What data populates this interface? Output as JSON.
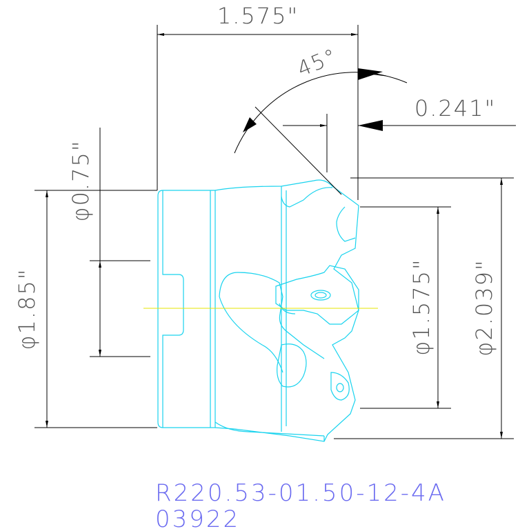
{
  "dimensions": {
    "top_width": "1.575\"",
    "angle": "45°",
    "offset": "0.241\"",
    "shank_dia": "φ0.75\"",
    "body_dia": "φ1.85\"",
    "pilot_dia": "φ1.575\"",
    "cutter_dia": "φ2.039\""
  },
  "part": {
    "number": "R220.53-01.50-12-4A",
    "code": "03922"
  },
  "colors": {
    "outline": "#19d3ee",
    "centerline": "#e6e600",
    "dimension": "#000000",
    "dim_text": "#555555",
    "part_text": "#6a6af0"
  }
}
